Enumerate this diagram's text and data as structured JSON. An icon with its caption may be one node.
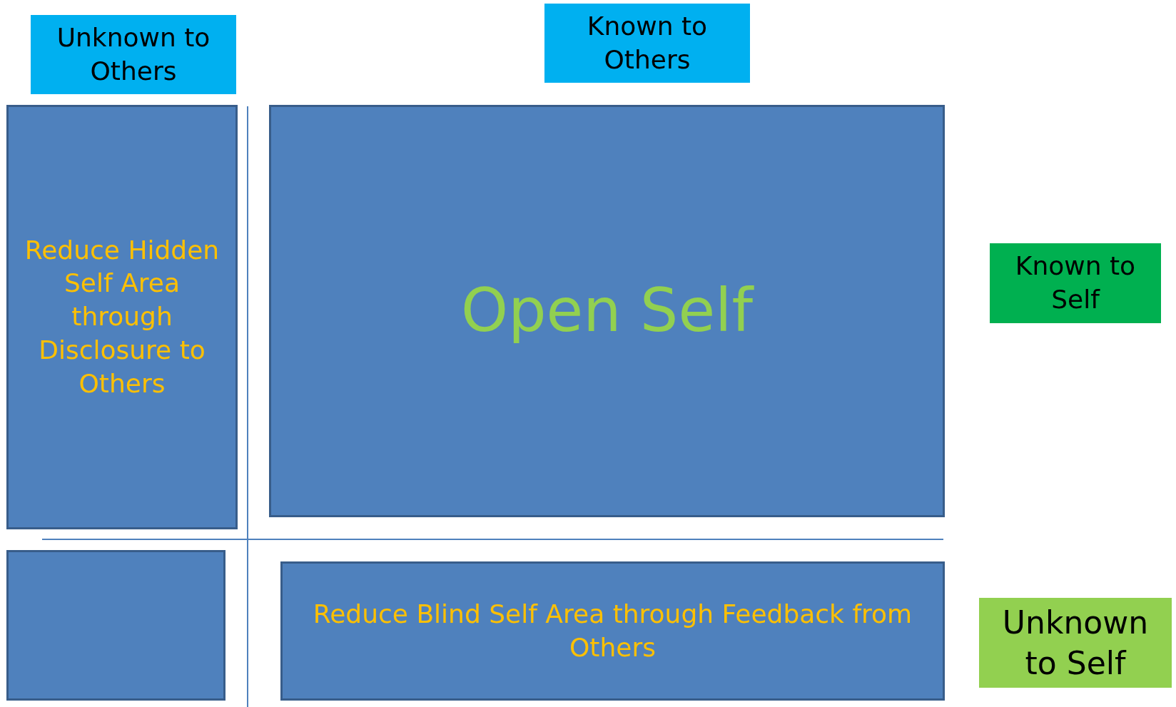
{
  "diagram": {
    "nodes": [
      {
        "text": [
          "Unknown to Others"
        ]
      },
      {
        "text": [
          "Known to Others"
        ]
      },
      {
        "text": [
          "Reduce Hidden Self Area through Disclosure to Others"
        ]
      },
      {
        "text": [
          "Open Self"
        ]
      },
      {
        "text": [
          "Known to Self"
        ]
      },
      {
        "text": [],
        "shape": "box"
      },
      {
        "text": [
          "Reduce Blind Self Area through Feedback from Others"
        ]
      },
      {
        "text": [
          "Unknown to Self"
        ]
      }
    ],
    "edges": []
  }
}
